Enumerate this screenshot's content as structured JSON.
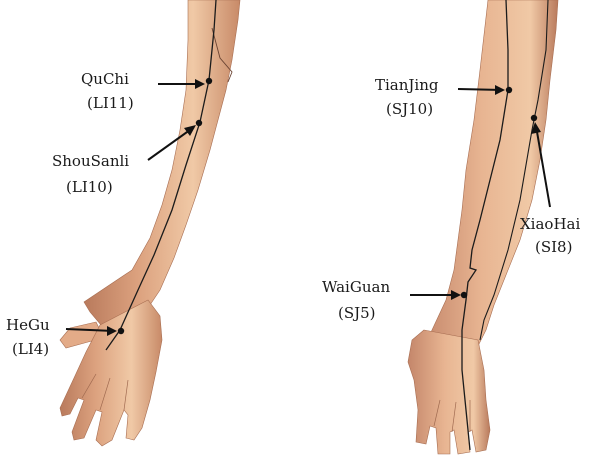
{
  "left_arm": {
    "points": [
      {
        "name": "QuChi",
        "code": "(LI11)"
      },
      {
        "name": "ShouSanli",
        "code": "(LI10)"
      },
      {
        "name": "HeGu",
        "code": "(LI4)"
      }
    ]
  },
  "right_arm": {
    "points": [
      {
        "name": "TianJing",
        "code": "(SJ10)"
      },
      {
        "name": "XiaoHai",
        "code": "(SI8)"
      },
      {
        "name": "WaiGuan",
        "code": "(SJ5)"
      }
    ]
  },
  "colors": {
    "skin_light": "#f0c9a6",
    "skin_mid": "#dca27f",
    "skin_shadow": "#b97a5c",
    "meridian_line": "#1b1b1b",
    "text": "#1a1a1a"
  }
}
